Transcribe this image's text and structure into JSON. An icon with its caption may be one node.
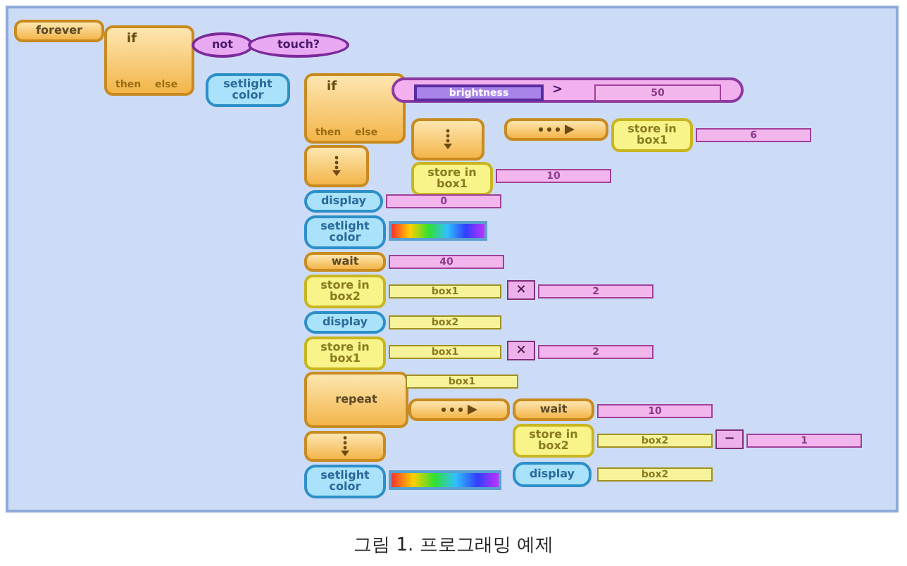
{
  "diagram": {
    "caption": "그림 1. 프로그래밍 예제",
    "nodes": [
      {
        "text": [
          "forever"
        ]
      },
      {
        "text": [
          "if",
          "then",
          "else"
        ]
      },
      {
        "text": [
          "not"
        ]
      },
      {
        "text": [
          "touch?"
        ]
      },
      {
        "text": [
          "setlight color"
        ]
      },
      {
        "text": [
          "if",
          "then",
          "else"
        ]
      },
      {
        "text": [
          ">"
        ]
      },
      {
        "text": [
          "brightness"
        ],
        "in": 6
      },
      {
        "text": [
          "50"
        ],
        "in": 6
      },
      {
        "text": [],
        "shape": "box"
      },
      {
        "text": [],
        "shape": "box"
      },
      {
        "text": [],
        "shape": "box"
      },
      {
        "text": [
          "store in box1"
        ]
      },
      {
        "text": [
          "6"
        ]
      },
      {
        "text": [
          "store in box1"
        ]
      },
      {
        "text": [
          "10"
        ]
      },
      {
        "text": [
          "display"
        ]
      },
      {
        "text": [
          "0"
        ]
      },
      {
        "text": [
          "setlight color"
        ]
      },
      {
        "text": [],
        "shape": "picture"
      },
      {
        "text": [
          "wait"
        ]
      },
      {
        "text": [
          "40"
        ]
      },
      {
        "text": [
          "store in box2"
        ]
      },
      {
        "text": [
          "box1"
        ]
      },
      {
        "text": [
          "×"
        ]
      },
      {
        "text": [
          "2"
        ]
      },
      {
        "text": [
          "display"
        ]
      },
      {
        "text": [
          "box2"
        ]
      },
      {
        "text": [
          "store in box1"
        ]
      },
      {
        "text": [
          "box1"
        ]
      },
      {
        "text": [
          "×"
        ]
      },
      {
        "text": [
          "2"
        ]
      },
      {
        "text": [
          "repeat"
        ]
      },
      {
        "text": [
          "box1"
        ]
      },
      {
        "text": [],
        "shape": "box"
      },
      {
        "text": [
          "wait"
        ]
      },
      {
        "text": [
          "10"
        ]
      },
      {
        "text": [
          "store in box2"
        ]
      },
      {
        "text": [
          "box2"
        ]
      },
      {
        "text": [
          "−"
        ]
      },
      {
        "text": [
          "1"
        ]
      },
      {
        "text": [],
        "shape": "box"
      },
      {
        "text": [
          "setlight color"
        ]
      },
      {
        "text": [],
        "shape": "picture"
      },
      {
        "text": [
          "display"
        ]
      },
      {
        "text": [
          "box2"
        ]
      }
    ]
  }
}
